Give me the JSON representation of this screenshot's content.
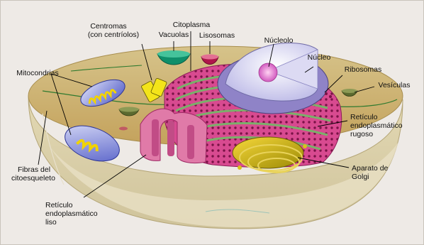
{
  "diagram": {
    "labels": {
      "centromas_line1": "Centromas",
      "centromas_line2": "(con centríolos)",
      "vacuolas": "Vacuolas",
      "citoplasma": "Citoplasma",
      "lisosomas": "Lisosomas",
      "nucleolo": "Núcleolo",
      "nucleo": "Núcleo",
      "ribosomas": "Ribosomas",
      "vesiculas": "Vesículas",
      "mitocondrias": "Mitocondrias",
      "reticulo_rugoso_line1": "Retículo",
      "reticulo_rugoso_line2": "endoplasmático",
      "reticulo_rugoso_line3": "rugoso",
      "fibras_line1": "Fibras del",
      "fibras_line2": "citoesqueleto",
      "golgi_line1": "Aparato de",
      "golgi_line2": "Golgi",
      "reticulo_liso_line1": "Retículo",
      "reticulo_liso_line2": "endoplasmático",
      "reticulo_liso_line3": "liso"
    }
  }
}
